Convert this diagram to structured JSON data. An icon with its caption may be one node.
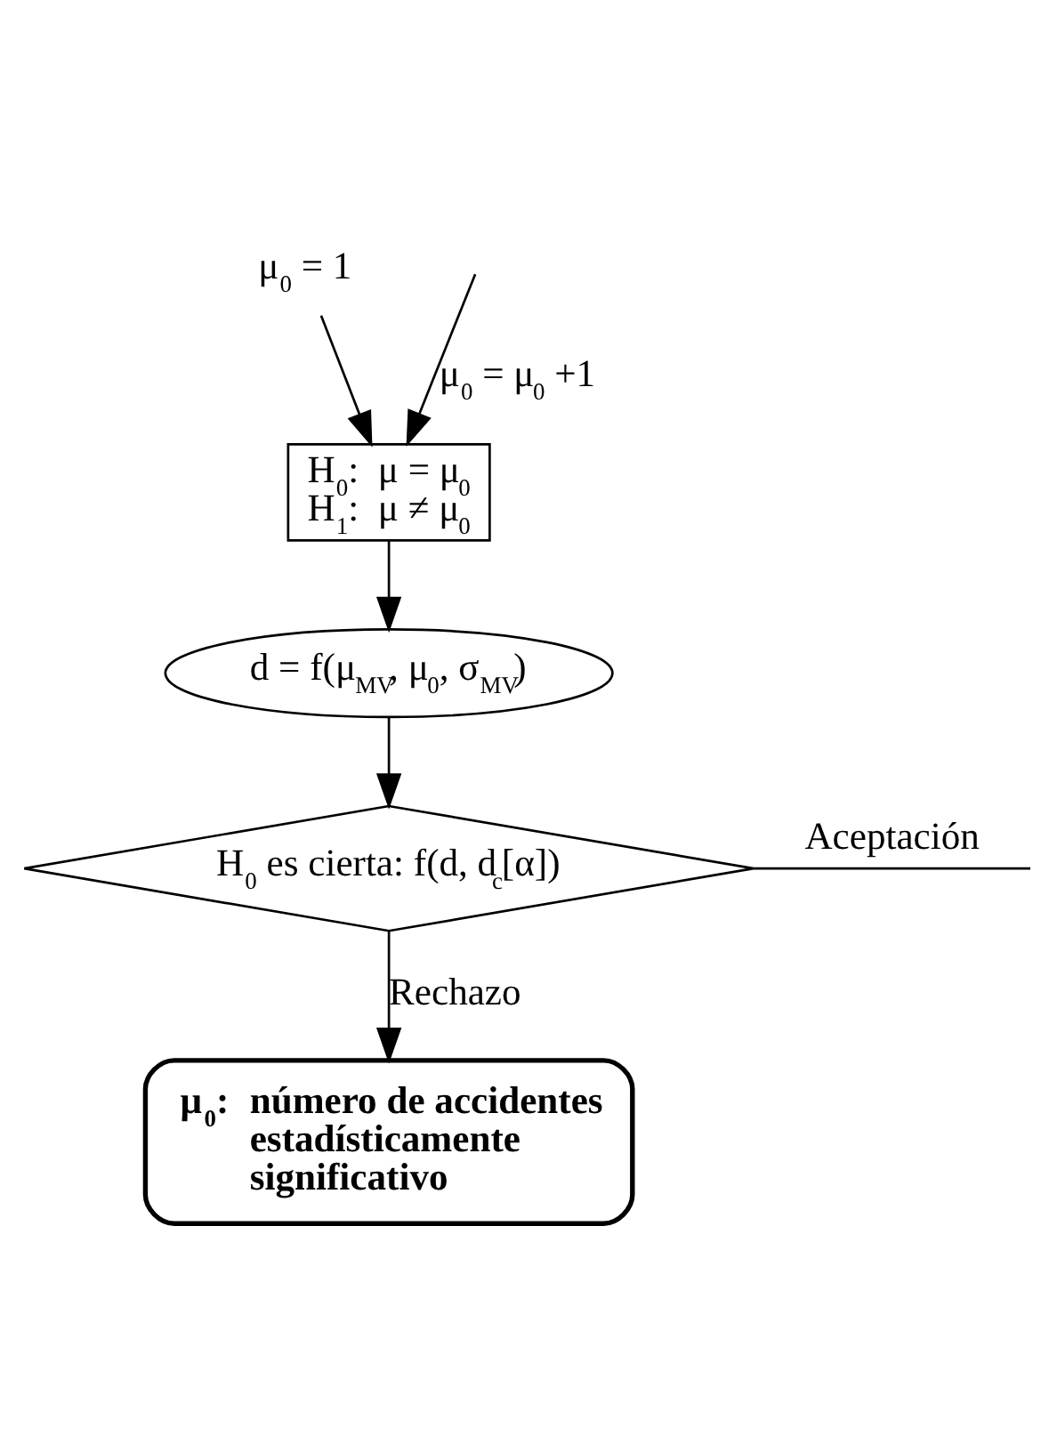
{
  "diagram": {
    "nodes": [
      {
        "text": [
          "μ$_{0}$ = 1"
        ]
      },
      {
        "text": [
          "H$_{0}$:  μ = μ$_{0}$",
          "H$_{1}$:  μ ≠ μ$_{0}$"
        ]
      },
      {
        "text": [
          "d = f(μ$_{MV}$, μ$_{0}$, σ$_{MV}$)"
        ]
      },
      {
        "text": [
          "H$_{0}$ es cierta: f(d, d$_{c}$[α])"
        ]
      },
      {
        "text": [
          "μ$_{0}$:",
          "número de accidentes estadísticamente significativo"
        ]
      }
    ],
    "edges": [
      {
        "from": 0,
        "to": 1,
        "arrow": "to"
      },
      {
        "from": null,
        "to": 1,
        "arrow": "to",
        "label": "μ$_{0}$ = μ$_{0}$ +1"
      },
      {
        "from": 1,
        "to": 2,
        "arrow": "to"
      },
      {
        "from": 2,
        "to": 3,
        "arrow": "to"
      },
      {
        "from": 3,
        "to": null,
        "arrow": "none",
        "label": "Aceptación"
      },
      {
        "from": 3,
        "to": 4,
        "arrow": "to",
        "label": "Rechazo"
      }
    ]
  }
}
